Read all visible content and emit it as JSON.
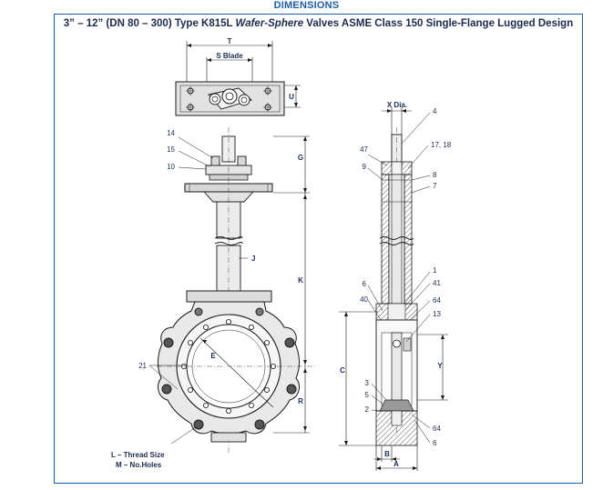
{
  "header": {
    "section": "DIMENSIONS"
  },
  "title": {
    "part1": "3” – 12” (DN 80 – 300) Type K815L ",
    "italic": "Wafer-Sphere",
    "part2": " Valves ASME Class 150 Single-Flange Lugged Design"
  },
  "dimension_labels": {
    "T": "T",
    "S": "S Blade",
    "U": "U",
    "G": "G",
    "J": "J",
    "K": "K",
    "E": "E",
    "R": "R",
    "X": "X Dia.",
    "C": "C",
    "Y": "Y",
    "B": "B",
    "A": "A"
  },
  "part_callouts": {
    "p14": "14",
    "p15": "15",
    "p10": "10",
    "p21": "21",
    "p4": "4",
    "p47": "47",
    "p1718": "17, 18",
    "p9": "9",
    "p8": "8",
    "p7": "7",
    "p6a": "6",
    "p1": "1",
    "p41": "41",
    "p40": "40",
    "p64a": "64",
    "p13": "13",
    "p3": "3",
    "p5": "5",
    "p2": "2",
    "p64b": "64",
    "p6b": "6"
  },
  "notes": {
    "L": "L – Thread Size",
    "M": "M – No.Holes"
  }
}
